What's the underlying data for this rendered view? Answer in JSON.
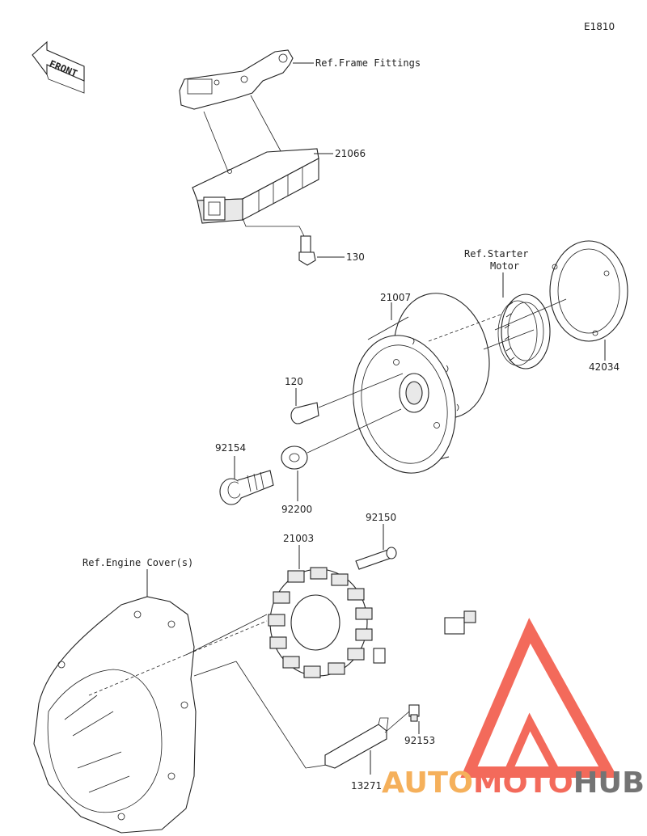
{
  "diagram_code": "E1810",
  "front_label": "FRONT",
  "refs": {
    "frame_fittings": "Ref.Frame Fittings",
    "starter_motor_line1": "Ref.Starter",
    "starter_motor_line2": "Motor",
    "engine_cover": "Ref.Engine Cover(s)"
  },
  "parts": {
    "p21066": "21066",
    "p130": "130",
    "p21007": "21007",
    "p42034": "42034",
    "p120": "120",
    "p92154": "92154",
    "p92200": "92200",
    "p92150": "92150",
    "p21003": "21003",
    "p92153": "92153",
    "p13271": "13271"
  },
  "watermark": {
    "part1": "AUTO",
    "part2": "MOTO",
    "part3": "HUB",
    "color_primary": "#f25a4a",
    "color_secondary": "#f5a84a",
    "color_dark": "#666666"
  }
}
